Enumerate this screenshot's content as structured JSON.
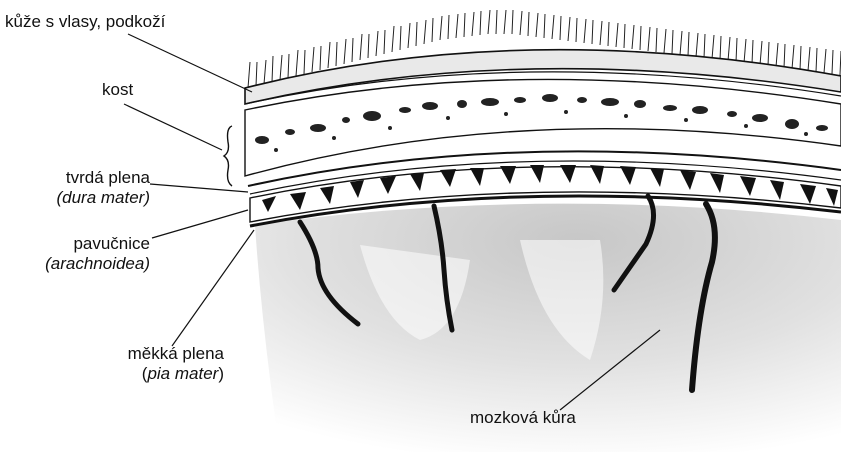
{
  "labels": {
    "skin": "kůže s vlasy, podkoží",
    "bone": "kost",
    "dura": {
      "line1": "tvrdá plena",
      "line2": "(dura mater)"
    },
    "arachnoid": {
      "line1": "pavučnice",
      "line2": "(arachnoidea)"
    },
    "pia": {
      "line1": "měkká plena",
      "paren_open": "(",
      "line2_italic": "pia mater",
      "paren_close": ")"
    },
    "cortex": "mozková kůra"
  },
  "colors": {
    "ink": "#111111",
    "bone_fill": "#ffffff",
    "skin_fill": "#eeeeee",
    "cortex_fill": "#d4d4d4"
  }
}
